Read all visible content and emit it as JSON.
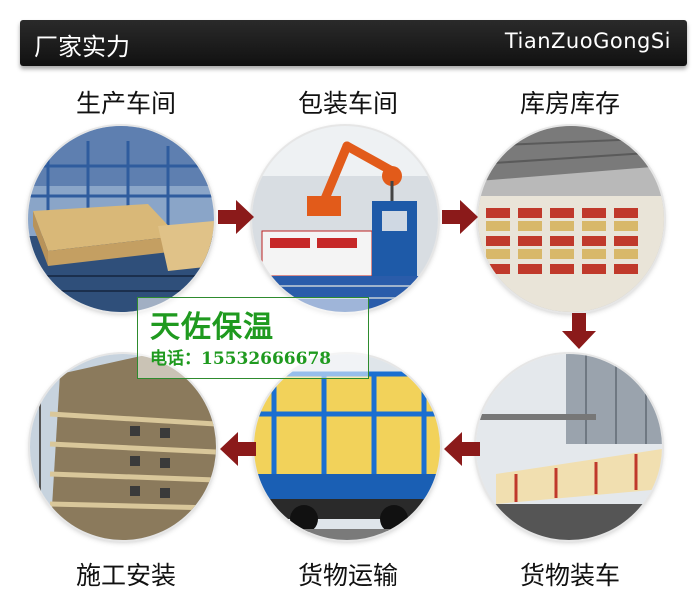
{
  "header": {
    "title": "厂家实力",
    "brand_en": "TianZuoGongSi"
  },
  "steps": [
    {
      "label": "生产车间",
      "icon": "factory-photo"
    },
    {
      "label": "包装车间",
      "icon": "robot-packing-photo"
    },
    {
      "label": "库房库存",
      "icon": "warehouse-photo"
    },
    {
      "label": "货物装车",
      "icon": "truck-loading-photo"
    },
    {
      "label": "货物运输",
      "icon": "truck-transport-photo"
    },
    {
      "label": "施工安装",
      "icon": "building-install-photo"
    }
  ],
  "watermark": {
    "brand": "天佐保温",
    "phone": "电话：15532666678"
  },
  "colors": {
    "arrow": "#8b1a1a",
    "header_bg": "#1a1a1a",
    "watermark_green": "#1f9a1f"
  }
}
